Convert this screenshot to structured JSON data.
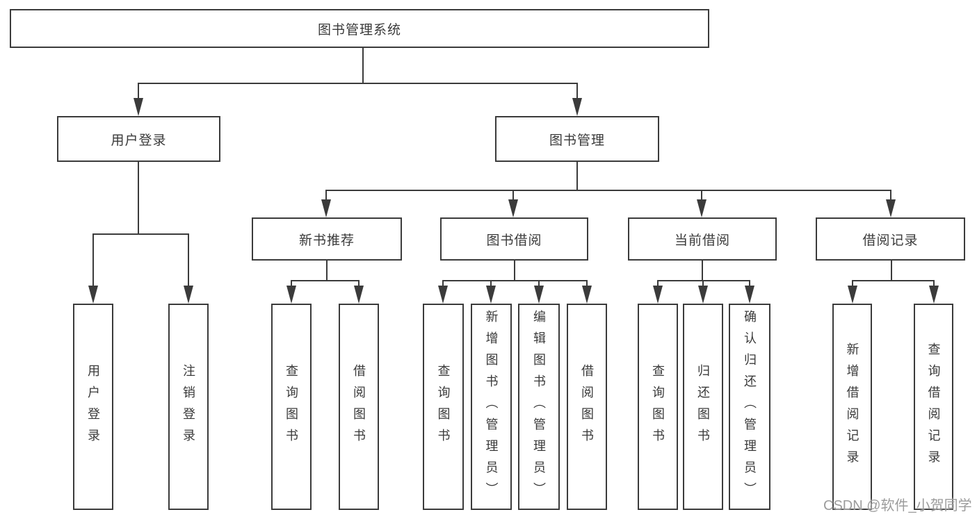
{
  "tree": {
    "root": {
      "label": "图书管理系统",
      "children": [
        {
          "label": "用户登录",
          "children": [
            {
              "label": "用户登录"
            },
            {
              "label": "注销登录"
            }
          ]
        },
        {
          "label": "图书管理",
          "children": [
            {
              "label": "新书推荐",
              "children": [
                {
                  "label": "查询图书"
                },
                {
                  "label": "借阅图书"
                }
              ]
            },
            {
              "label": "图书借阅",
              "children": [
                {
                  "label": "查询图书"
                },
                {
                  "label": "新增图书（管理员）"
                },
                {
                  "label": "编辑图书（管理员）"
                },
                {
                  "label": "借阅图书"
                }
              ]
            },
            {
              "label": "当前借阅",
              "children": [
                {
                  "label": "查询图书"
                },
                {
                  "label": "归还图书"
                },
                {
                  "label": "确认归还（管理员）"
                }
              ]
            },
            {
              "label": "借阅记录",
              "children": [
                {
                  "label": "新增借阅记录"
                },
                {
                  "label": "查询借阅记录"
                }
              ]
            }
          ]
        }
      ]
    }
  },
  "watermark": "CSDN @软件_小贺同学",
  "colors": {
    "line": "#3b3b3b",
    "text": "#3a3a3a",
    "box_background": "#ffffff",
    "page_background": "#ffffff",
    "watermark": "#9c9c9c"
  }
}
